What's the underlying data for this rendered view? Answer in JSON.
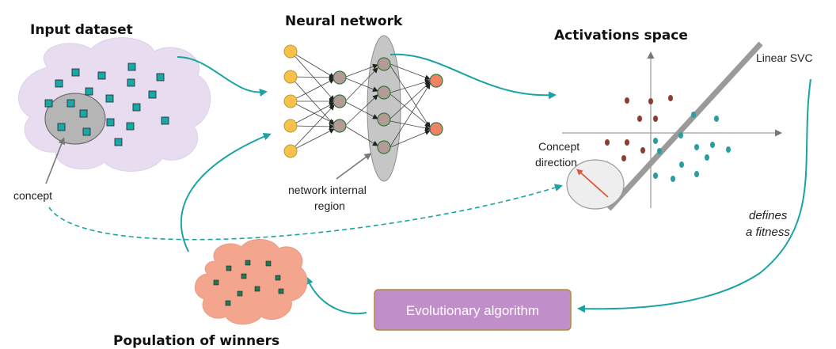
{
  "titles": {
    "input_dataset": "Input dataset",
    "neural_network": "Neural network",
    "activations_space": "Activations space",
    "population": "Population of winners"
  },
  "labels": {
    "concept": "concept",
    "network_region_line1": "network internal",
    "network_region_line2": "region",
    "linear_svc": "Linear SVC",
    "concept_direction_line1": "Concept",
    "concept_direction_line2": "direction",
    "defines_line1": "defines",
    "defines_line2": "a fitness"
  },
  "algorithm": {
    "label": "Evolutionary algorithm"
  },
  "colors": {
    "teal_arrow": "#1ba3a3",
    "cloud_lilac": "#e8dcf0",
    "cloud_salmon": "#f4a58e",
    "square_teal": "#1aa7a7",
    "square_green": "#1e7a52",
    "neuron_yellow": "#f7c14b",
    "neuron_gray": "#b59b97",
    "neuron_red": "#f08366",
    "dot_red": "#8e3b33",
    "dot_teal": "#2a9e9e",
    "algo_box": "#c08ec8",
    "algo_border": "#b58a3c"
  }
}
